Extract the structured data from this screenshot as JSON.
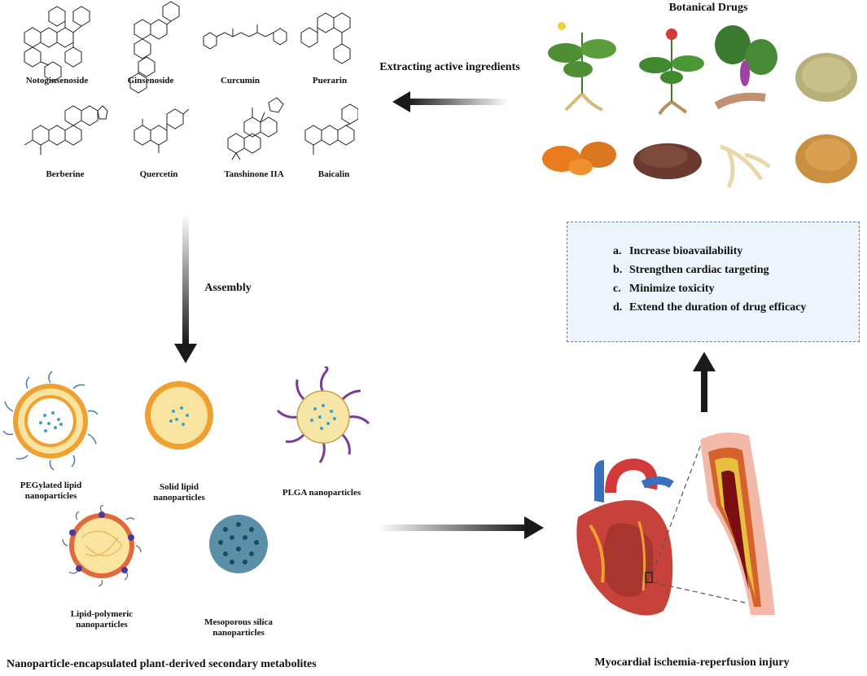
{
  "compounds": [
    {
      "name": "Notoginsenoside"
    },
    {
      "name": "Ginsenoside"
    },
    {
      "name": "Curcumin"
    },
    {
      "name": "Puerarin"
    },
    {
      "name": "Berberine"
    },
    {
      "name": "Quercetin"
    },
    {
      "name": "Tanshinone IIA"
    },
    {
      "name": "Baicalin"
    }
  ],
  "botanical": {
    "title": "Botanical Drugs"
  },
  "steps": {
    "extracting": "Extracting active ingredients",
    "assembly": "Assembly"
  },
  "nanoparticles": [
    {
      "line1": "PEGylated lipid",
      "line2": "nanoparticles"
    },
    {
      "line1": "Solid lipid",
      "line2": "nanoparticles"
    },
    {
      "line1": "PLGA nanoparticles",
      "line2": ""
    },
    {
      "line1": "Lipid-polymeric",
      "line2": "nanoparticles"
    },
    {
      "line1": "Mesoporous silica",
      "line2": "nanoparticles"
    }
  ],
  "benefits": [
    {
      "index": "a.",
      "text": "Increase bioavailability"
    },
    {
      "index": "b.",
      "text": "Strengthen cardiac targeting"
    },
    {
      "index": "c.",
      "text": "Minimize toxicity"
    },
    {
      "index": "d.",
      "text": "Extend the duration of drug efficacy"
    }
  ],
  "captions": {
    "bottom_left": "Nanoparticle-encapsulated plant-derived secondary metabolites",
    "bottom_right": "Myocardial ischemia-reperfusion injury"
  },
  "colors": {
    "arrow": "#1a1a1a",
    "benefit_bg": "#eef4fb",
    "benefit_border": "#6a7fa8",
    "peg_tail": "#4a78c0",
    "plga_tail": "#7a3a9a",
    "lipid_head": "#f0a030",
    "silica": "#5a8fa8"
  }
}
